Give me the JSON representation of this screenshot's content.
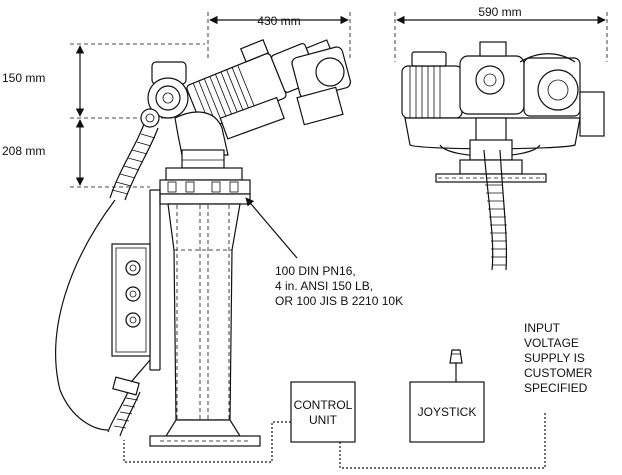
{
  "dimensions": {
    "width_side": "430 mm",
    "width_front": "590 mm",
    "height_top": "150 mm",
    "height_mid": "208 mm"
  },
  "flange_note": {
    "line1": "100 DIN PN16,",
    "line2": "4 in. ANSI 150 LB,",
    "line3": "OR 100 JIS B 2210 10K"
  },
  "control_unit": {
    "line1": "CONTROL",
    "line2": "UNIT"
  },
  "joystick": {
    "label": "JOYSTICK"
  },
  "power_note": {
    "line1": "INPUT",
    "line2": "VOLTAGE",
    "line3": "SUPPLY IS",
    "line4": "CUSTOMER",
    "line5": "SPECIFIED"
  }
}
